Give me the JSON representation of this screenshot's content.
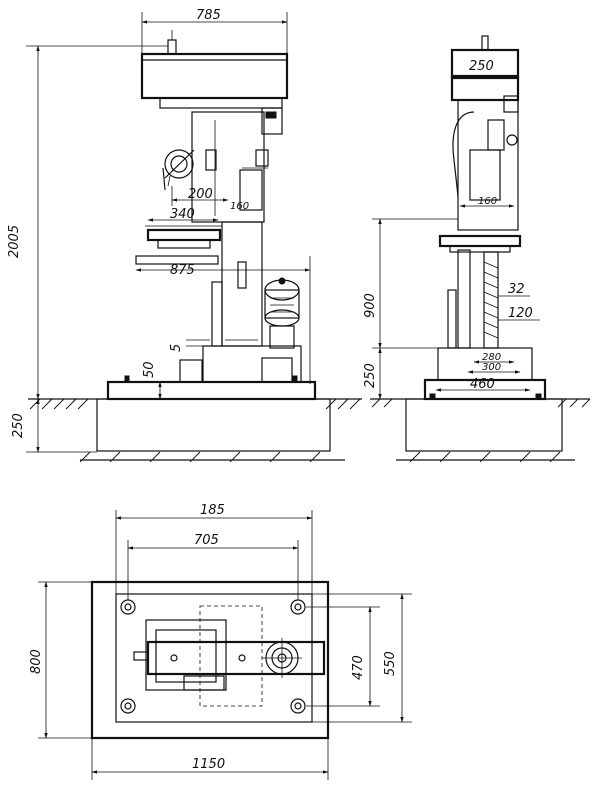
{
  "front_view": {
    "dim_top_width": "785",
    "dim_total_height": "2005",
    "dim_foundation_depth": "250",
    "dim_200": "200",
    "dim_340": "340",
    "dim_160": "160",
    "dim_875": "875",
    "dim_5": "5",
    "dim_50": "50"
  },
  "side_view": {
    "dim_head_width": "250",
    "dim_160": "160",
    "dim_900": "900",
    "dim_32": "32",
    "dim_120": "120",
    "dim_280": "280",
    "dim_300": "300",
    "dim_250": "250",
    "dim_460": "460"
  },
  "plan_view": {
    "dim_185": "185",
    "dim_705": "705",
    "dim_800": "800",
    "dim_470": "470",
    "dim_550": "550",
    "dim_1150": "1150"
  }
}
